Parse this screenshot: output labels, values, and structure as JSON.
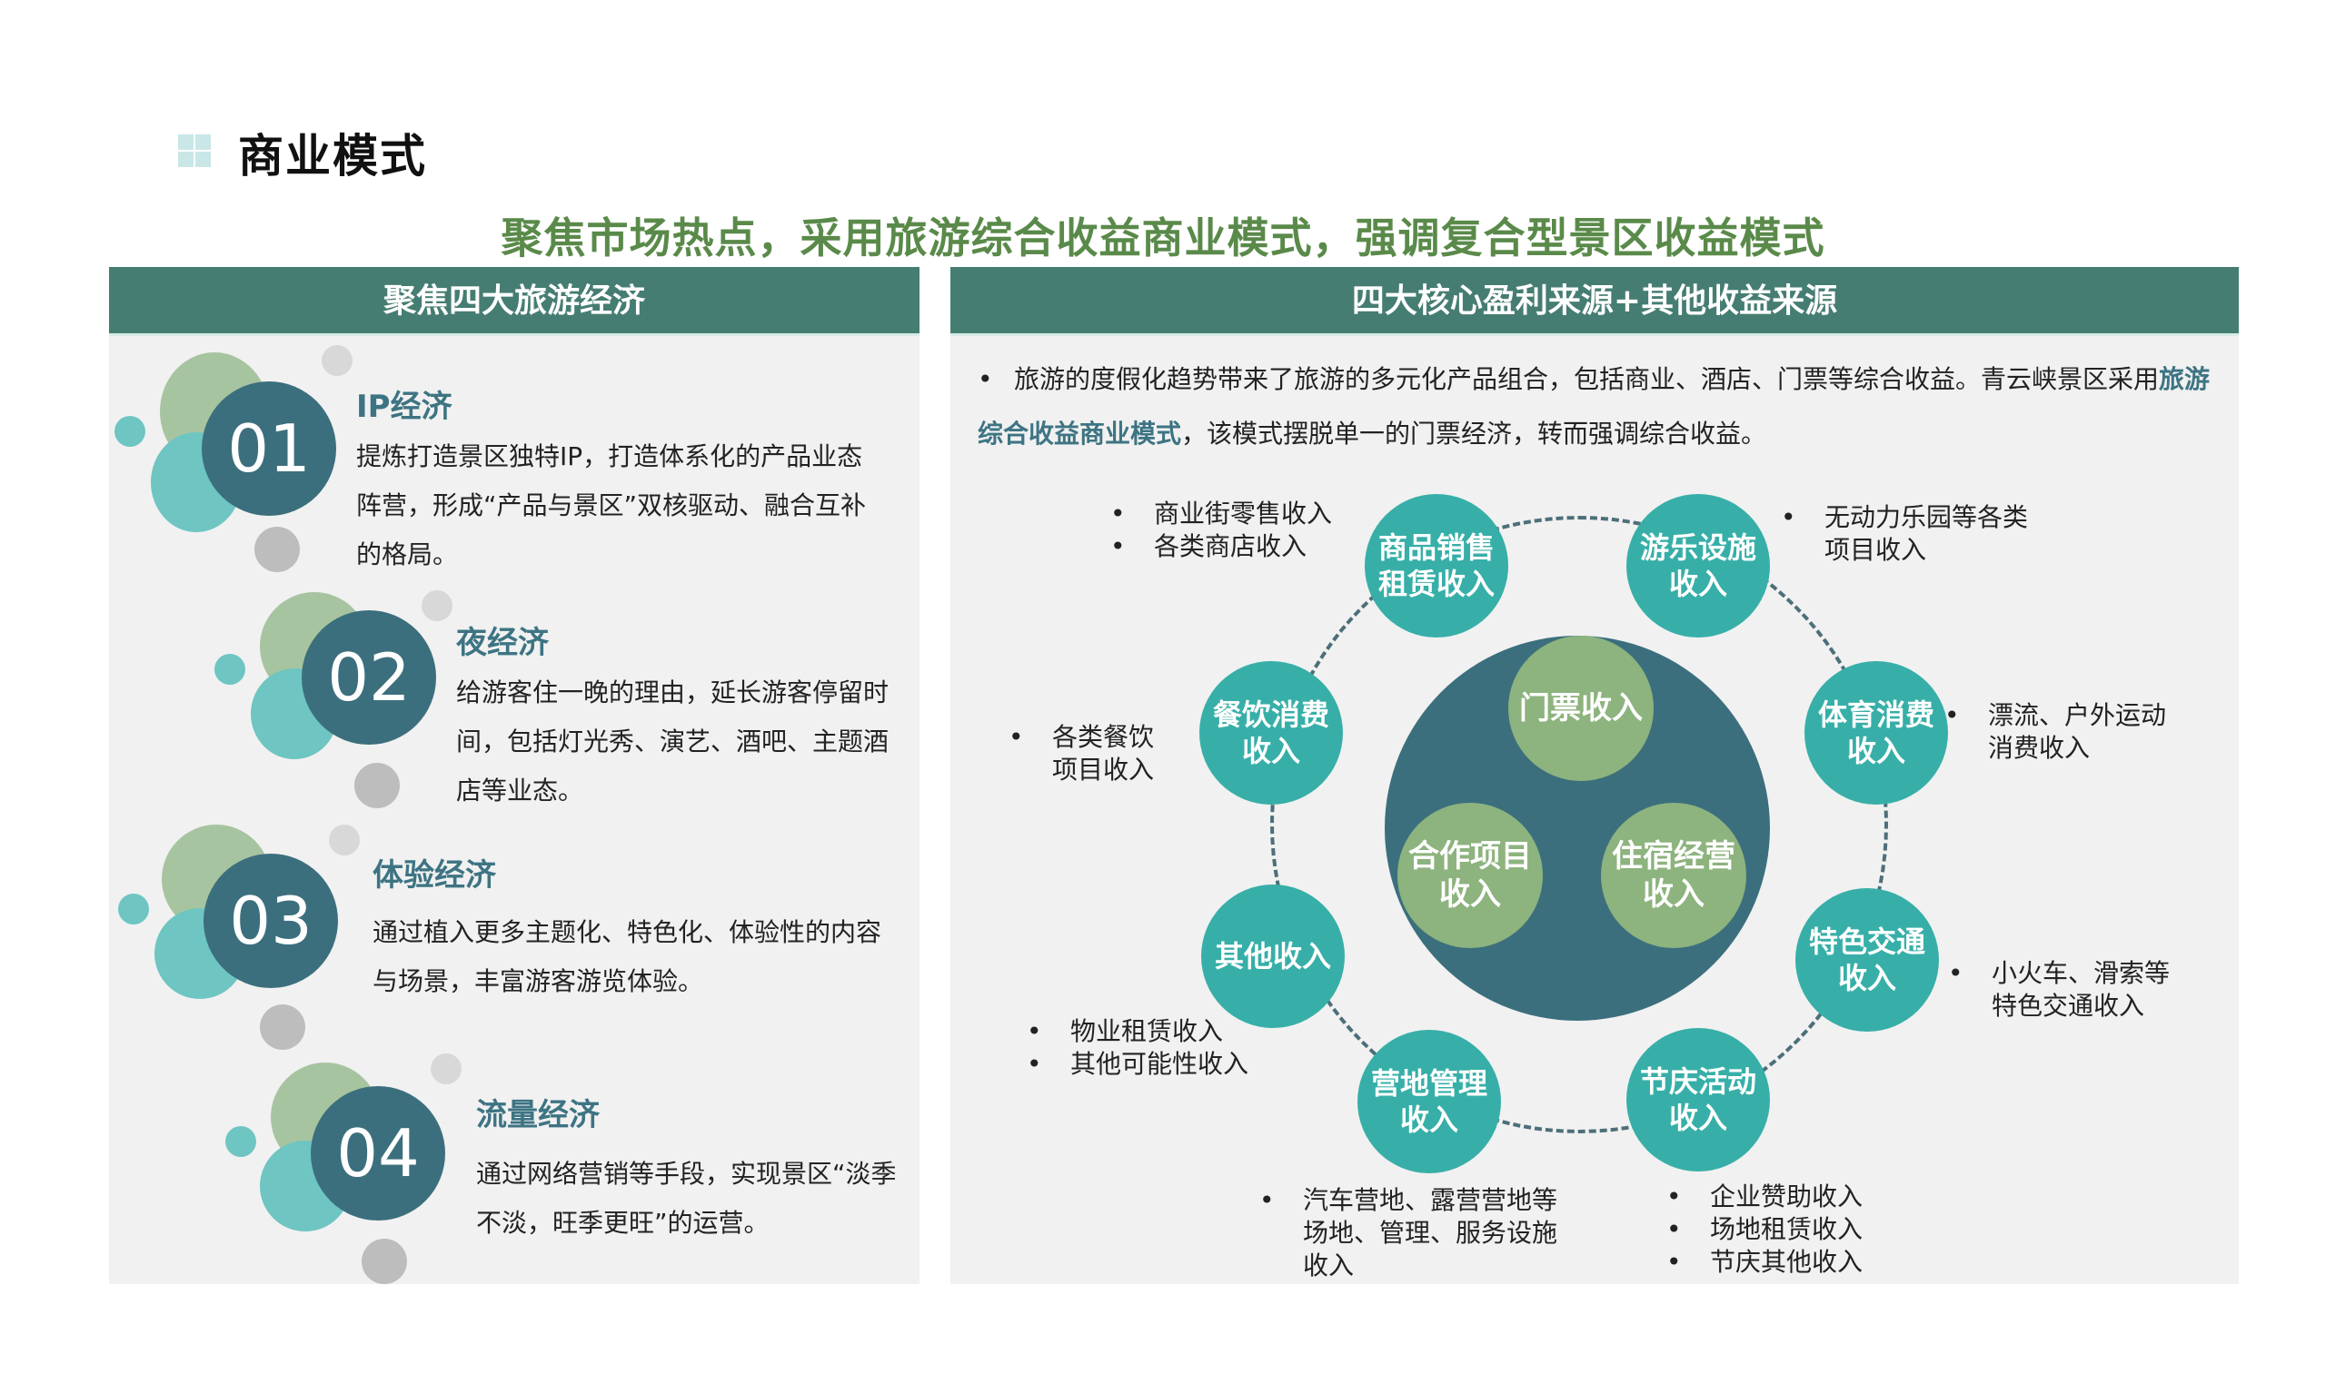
{
  "header": {
    "title": "商业模式",
    "icon": "grid-squares-icon",
    "subtitle": "聚焦市场热点，采用旅游综合收益商业模式，强调复合型景区收益模式"
  },
  "left_panel": {
    "title": "聚焦四大旅游经济",
    "items": [
      {
        "number": "01",
        "title": "IP经济",
        "description": "提炼打造景区独特IP，打造体系化的产品业态阵营，形成“产品与景区”双核驱动、融合互补的格局。"
      },
      {
        "number": "02",
        "title": "夜经济",
        "description": "给游客住一晚的理由，延长游客停留时间，包括灯光秀、演艺、酒吧、主题酒店等业态。"
      },
      {
        "number": "03",
        "title": "体验经济",
        "description": "通过植入更多主题化、特色化、体验性的内容与场景，丰富游客游览体验。"
      },
      {
        "number": "04",
        "title": "流量经济",
        "description": "通过网络营销等手段，实现景区“淡季不淡，旺季更旺”的运营。"
      }
    ]
  },
  "right_panel": {
    "title": "四大核心盈利来源+其他收益来源",
    "intro": {
      "bullet": "•",
      "text_before": "旅游的度假化趋势带来了旅游的多元化产品组合，包括商业、酒店、门票等综合收益。青云峡景区采用",
      "highlight": "旅游综合收益商业模式",
      "text_after": "，该模式摆脱单一的门票经济，转而强调综合收益。"
    },
    "core_sources": [
      {
        "label": "门票收入"
      },
      {
        "label": "合作项目收入"
      },
      {
        "label": "住宿经营收入"
      }
    ],
    "other_sources": [
      {
        "label": "商品销售租赁收入",
        "notes": [
          "商业街零售收入",
          "各类商店收入"
        ]
      },
      {
        "label": "游乐设施收入",
        "notes": [
          "无动力乐园等各类项目收入"
        ]
      },
      {
        "label": "体育消费收入",
        "notes": [
          "漂流、户外运动消费收入"
        ]
      },
      {
        "label": "特色交通收入",
        "notes": [
          "小火车、滑索等特色交通收入"
        ]
      },
      {
        "label": "节庆活动收入",
        "notes": [
          "企业赞助收入",
          "场地租赁收入",
          "节庆其他收入"
        ]
      },
      {
        "label": "营地管理收入",
        "notes": [
          "汽车营地、露营营地等场地、管理、服务设施收入"
        ]
      },
      {
        "label": "其他收入",
        "notes": [
          "物业租赁收入",
          "其他可能性收入"
        ]
      },
      {
        "label": "餐饮消费收入",
        "notes": [
          "各类餐饮项目收入"
        ]
      }
    ]
  },
  "colors": {
    "header_bar": "#467d72",
    "subtitle_green": "#5a8a4a",
    "dark_teal": "#3c6f7d",
    "node_teal": "#37afa8",
    "core_green": "#8db37e",
    "panel_bg": "#f1f1f1"
  }
}
